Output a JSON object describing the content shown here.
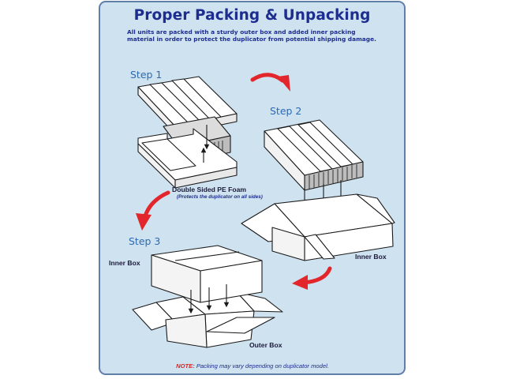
{
  "title": "Proper Packing & Unpacking",
  "intro": "All units are packed with a sturdy outer box and added inner packing material in order to protect the duplicator from potential shipping damage.",
  "steps": {
    "step1": "Step 1",
    "step2": "Step 2",
    "step3": "Step 3"
  },
  "labels": {
    "foam": "Double Sided PE Foam",
    "foam_note": "(Protects the duplicator on all sides)",
    "inner_box_right": "Inner Box",
    "inner_box_left": "Inner Box",
    "outer_box": "Outer Box"
  },
  "note": {
    "prefix": "NOTE:",
    "text": " Packing may vary depending on duplicator model."
  },
  "colors": {
    "title": "#1d2d8f",
    "step": "#2c6ab2",
    "arrow": "#e2262b",
    "panel": "#cfe2ef",
    "border": "#5f7fa9"
  }
}
